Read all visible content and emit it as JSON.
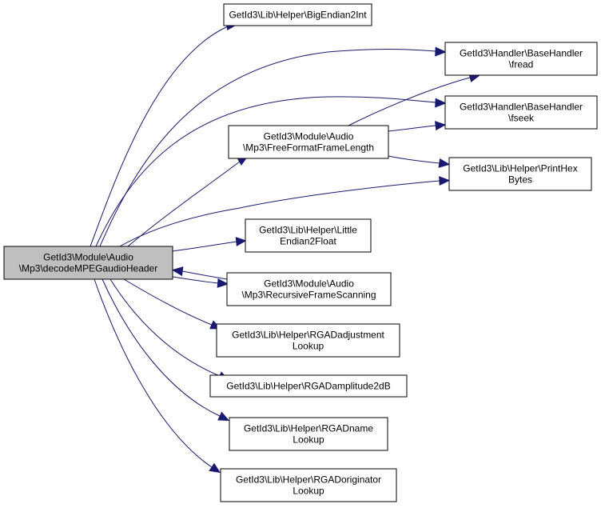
{
  "colors": {
    "background": "#ffffff",
    "node_fill": "#ffffff",
    "focus_node_fill": "#bfbfbf",
    "node_border": "#000000",
    "edge": "#191970",
    "text": "#000000"
  },
  "graph": {
    "focus": {
      "id": "decode",
      "lines": [
        "GetId3\\Module\\Audio",
        "\\Mp3\\decodeMPEGaudioHeader"
      ]
    },
    "nodes": [
      {
        "id": "be2int",
        "lines": [
          "GetId3\\Lib\\Helper\\BigEndian2Int"
        ]
      },
      {
        "id": "fread",
        "lines": [
          "GetId3\\Handler\\BaseHandler",
          "\\fread"
        ]
      },
      {
        "id": "fseek",
        "lines": [
          "GetId3\\Handler\\BaseHandler",
          "\\fseek"
        ]
      },
      {
        "id": "ffframe",
        "lines": [
          "GetId3\\Module\\Audio",
          "\\Mp3\\FreeFormatFrameLength"
        ]
      },
      {
        "id": "printhex",
        "lines": [
          "GetId3\\Lib\\Helper\\PrintHex",
          "Bytes"
        ]
      },
      {
        "id": "le2float",
        "lines": [
          "GetId3\\Lib\\Helper\\Little",
          "Endian2Float"
        ]
      },
      {
        "id": "recursive",
        "lines": [
          "GetId3\\Module\\Audio",
          "\\Mp3\\RecursiveFrameScanning"
        ]
      },
      {
        "id": "rgadj",
        "lines": [
          "GetId3\\Lib\\Helper\\RGADadjustment",
          "Lookup"
        ]
      },
      {
        "id": "rgamp",
        "lines": [
          "GetId3\\Lib\\Helper\\RGADamplitude2dB"
        ]
      },
      {
        "id": "rgname",
        "lines": [
          "GetId3\\Lib\\Helper\\RGADname",
          "Lookup"
        ]
      },
      {
        "id": "rgorig",
        "lines": [
          "GetId3\\Lib\\Helper\\RGADoriginator",
          "Lookup"
        ]
      }
    ],
    "edges": [
      {
        "from": "decode",
        "to": "be2int"
      },
      {
        "from": "decode",
        "to": "fread"
      },
      {
        "from": "decode",
        "to": "fseek"
      },
      {
        "from": "decode",
        "to": "ffframe"
      },
      {
        "from": "decode",
        "to": "printhex"
      },
      {
        "from": "decode",
        "to": "le2float"
      },
      {
        "from": "decode",
        "to": "recursive"
      },
      {
        "from": "recursive",
        "to": "decode"
      },
      {
        "from": "decode",
        "to": "rgadj"
      },
      {
        "from": "decode",
        "to": "rgamp"
      },
      {
        "from": "decode",
        "to": "rgname"
      },
      {
        "from": "decode",
        "to": "rgorig"
      },
      {
        "from": "ffframe",
        "to": "fread"
      },
      {
        "from": "ffframe",
        "to": "fseek"
      },
      {
        "from": "ffframe",
        "to": "printhex"
      }
    ]
  }
}
